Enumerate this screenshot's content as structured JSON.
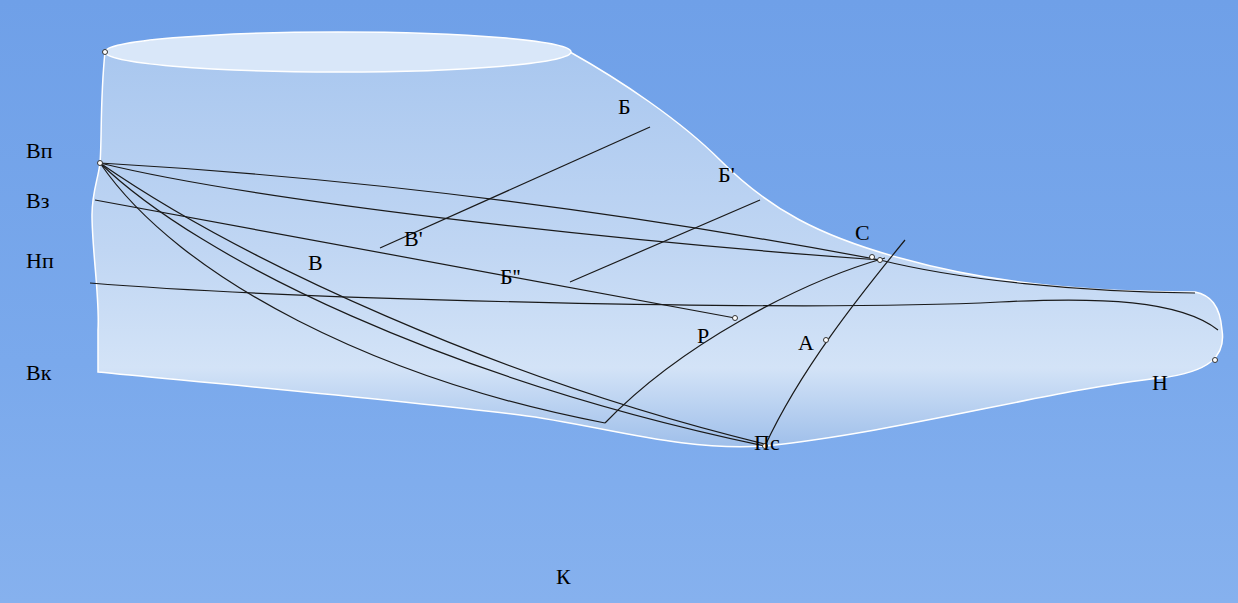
{
  "diagram": {
    "labels": [
      "Вп",
      "Вз",
      "Нп",
      "Вк",
      "Б",
      "Б'",
      "С",
      "В'",
      "В",
      "Б''",
      "Р",
      "А",
      "Н",
      "Пс",
      "К"
    ]
  }
}
